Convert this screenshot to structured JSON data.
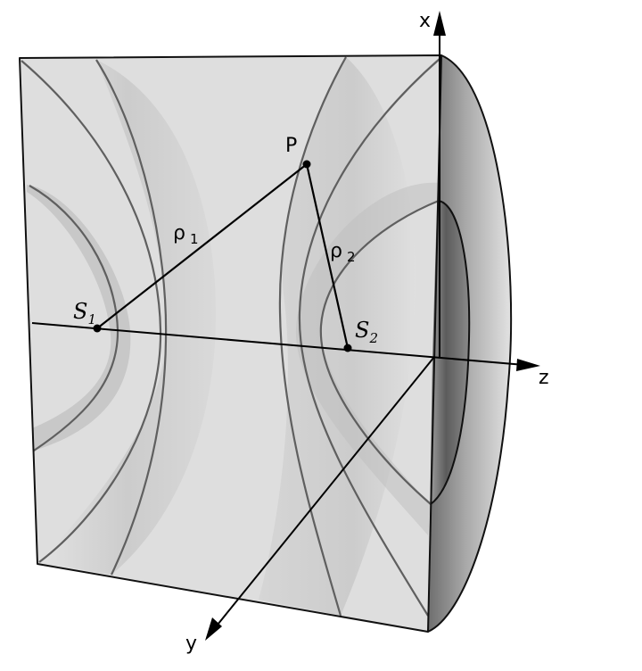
{
  "axes": {
    "x_label": "x",
    "y_label": "y",
    "z_label": "z"
  },
  "point_p": {
    "label": "P"
  },
  "source_1": {
    "label": "S",
    "sub": "1"
  },
  "source_2": {
    "label": "S",
    "sub": "2"
  },
  "distance_1": {
    "label": "ρ",
    "sub": "1"
  },
  "distance_2": {
    "label": "ρ",
    "sub": "2"
  },
  "colors": {
    "box_fill": "#dcdcdc",
    "surface_fill": "#c4c4c4",
    "curve_stroke": "#5f5f5f",
    "edge_stroke": "#111111"
  }
}
